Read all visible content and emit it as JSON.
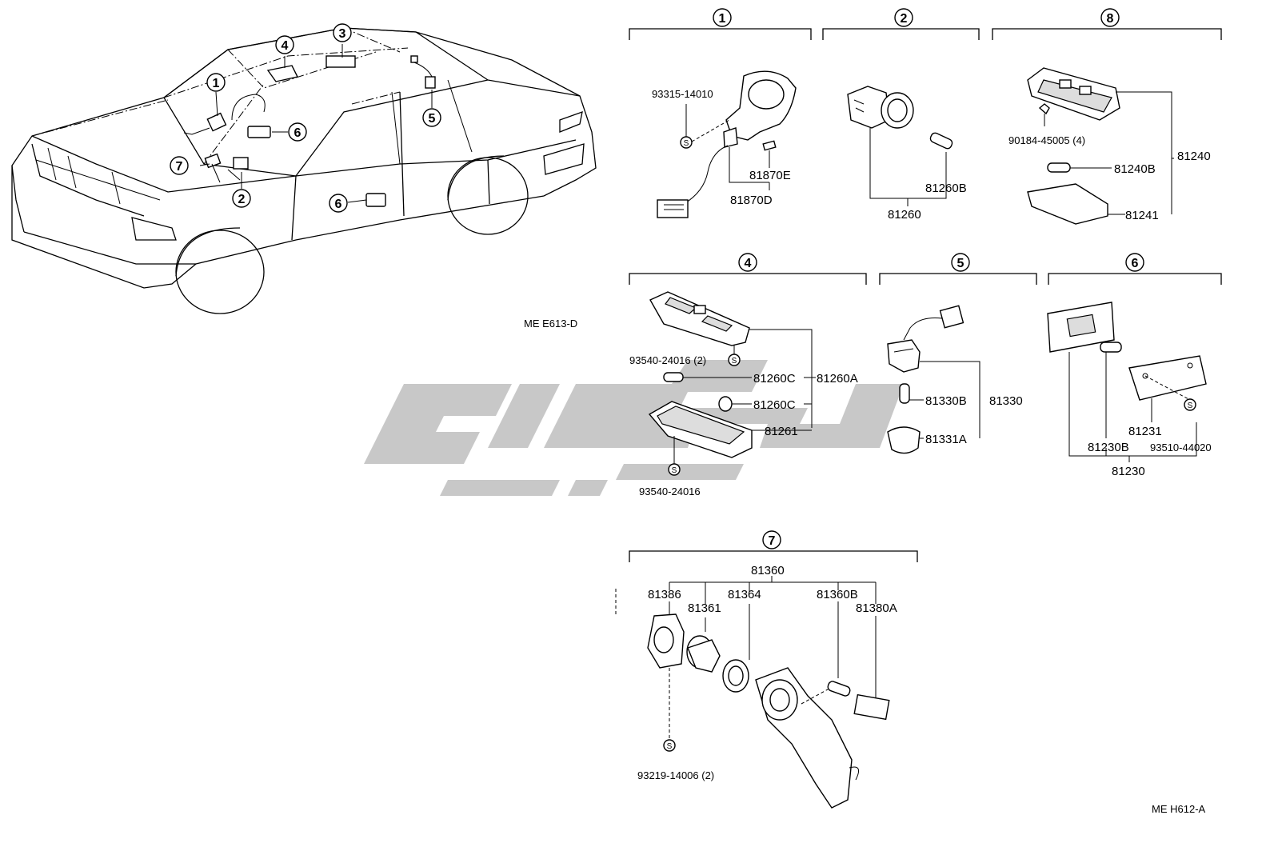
{
  "circled_numbers": [
    "1",
    "2",
    "3",
    "4",
    "5",
    "6",
    "7",
    "8"
  ],
  "screw_symbol": "S",
  "codes": {
    "left": "ME  E613-D",
    "right": "ME  H612-A"
  },
  "group1": {
    "screw": "93315-14010",
    "p1": "81870E",
    "p2": "81870D"
  },
  "group2": {
    "p1": "81260B",
    "p2": "81260"
  },
  "group8": {
    "screw": "90184-45005 (4)",
    "p1": "81240B",
    "p2": "81240",
    "p3": "81241"
  },
  "group4": {
    "screw1": "93540-24016 (2)",
    "p1": "81260C",
    "p2": "81260A",
    "p3": "81260C",
    "p4": "81261",
    "screw2": "93540-24016"
  },
  "group5": {
    "p1": "81330B",
    "p2": "81330",
    "p3": "81331A"
  },
  "group6": {
    "p1": "81231",
    "p2": "81230B",
    "screw": "93510-44020",
    "p3": "81230"
  },
  "group7": {
    "p0": "81360",
    "p1": "81386",
    "p2": "81361",
    "p3": "81364",
    "p4": "81360B",
    "p5": "81380A",
    "screw": "93219-14006 (2)"
  },
  "colors": {
    "line": "#000000",
    "watermark": "#c8c8c8",
    "background": "#ffffff"
  }
}
